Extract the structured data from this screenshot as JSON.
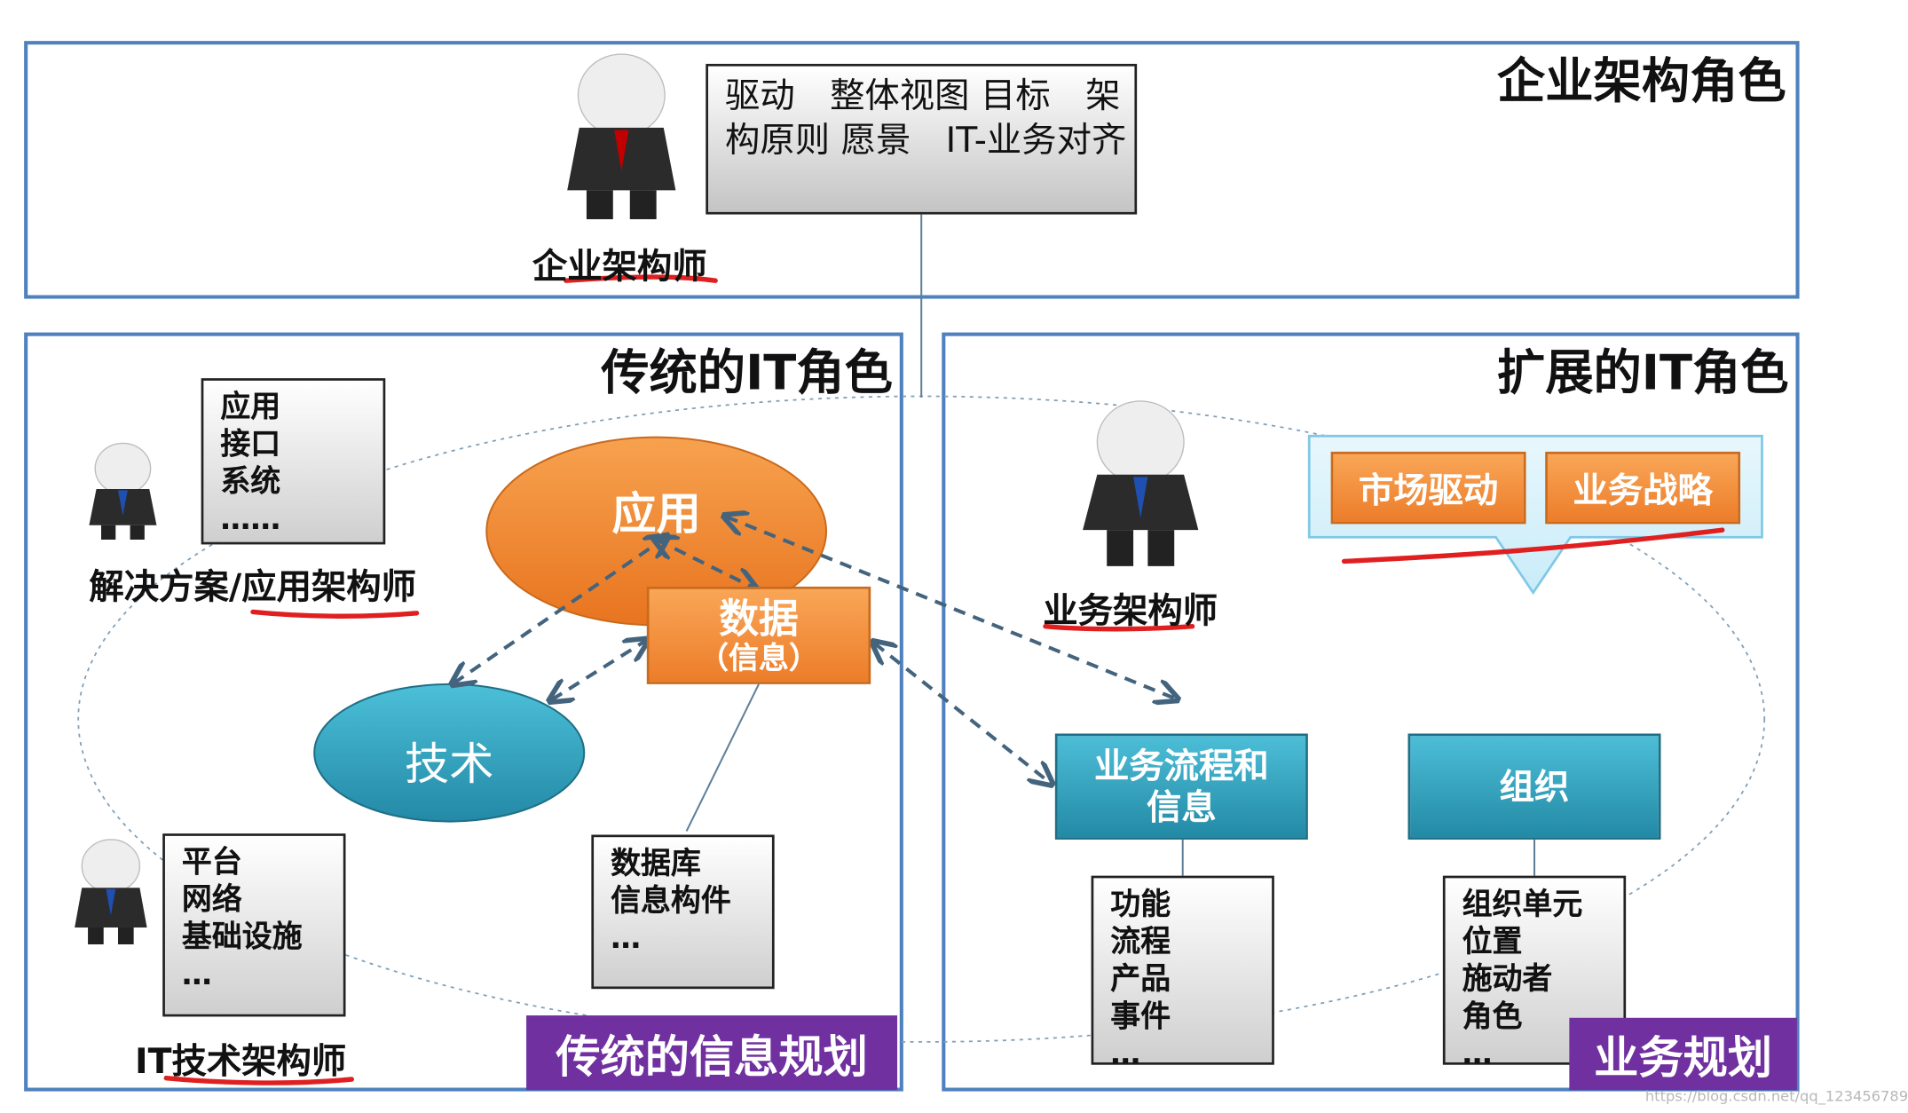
{
  "top_panel": {
    "title": "企业架构角色",
    "role": "企业架构师",
    "info_lines": [
      "驱动　整体视图",
      "目标　架构原则",
      "愿景　IT-业务对齐"
    ]
  },
  "left_panel": {
    "title": "传统的IT角色",
    "solution_box": [
      "应用",
      "接口",
      "系统",
      "……"
    ],
    "solution_role": "解决方案/应用架构师",
    "tech_box": [
      "平台",
      "网络",
      "基础设施",
      "…"
    ],
    "tech_role": "IT技术架构师",
    "app_oval": "应用",
    "data_box_title": "数据",
    "data_box_sub": "（信息）",
    "tech_oval": "技术",
    "db_box": [
      "数据库",
      "信息构件",
      "…"
    ],
    "badge": "传统的信息规划"
  },
  "right_panel": {
    "title": "扩展的IT角色",
    "business_role": "业务架构师",
    "market_button": "市场驱动",
    "strategy_button": "业务战略",
    "process_box": [
      "业务流程和",
      "信息"
    ],
    "org_box": "组织",
    "function_box": [
      "功能",
      "流程",
      "产品",
      "事件",
      "…"
    ],
    "org_unit_box": [
      "组织单元",
      "位置",
      "施动者",
      "角色",
      "…"
    ],
    "badge": "业务规划"
  },
  "watermark": "https://blog.csdn.net/qq_123456789",
  "colors": {
    "frame_border": "#4f81bd",
    "orange": "#ec7d2a",
    "teal": "#2b99b5",
    "purple": "#7030a0",
    "red_underline": "#e02020",
    "arrow": "#44647e"
  }
}
